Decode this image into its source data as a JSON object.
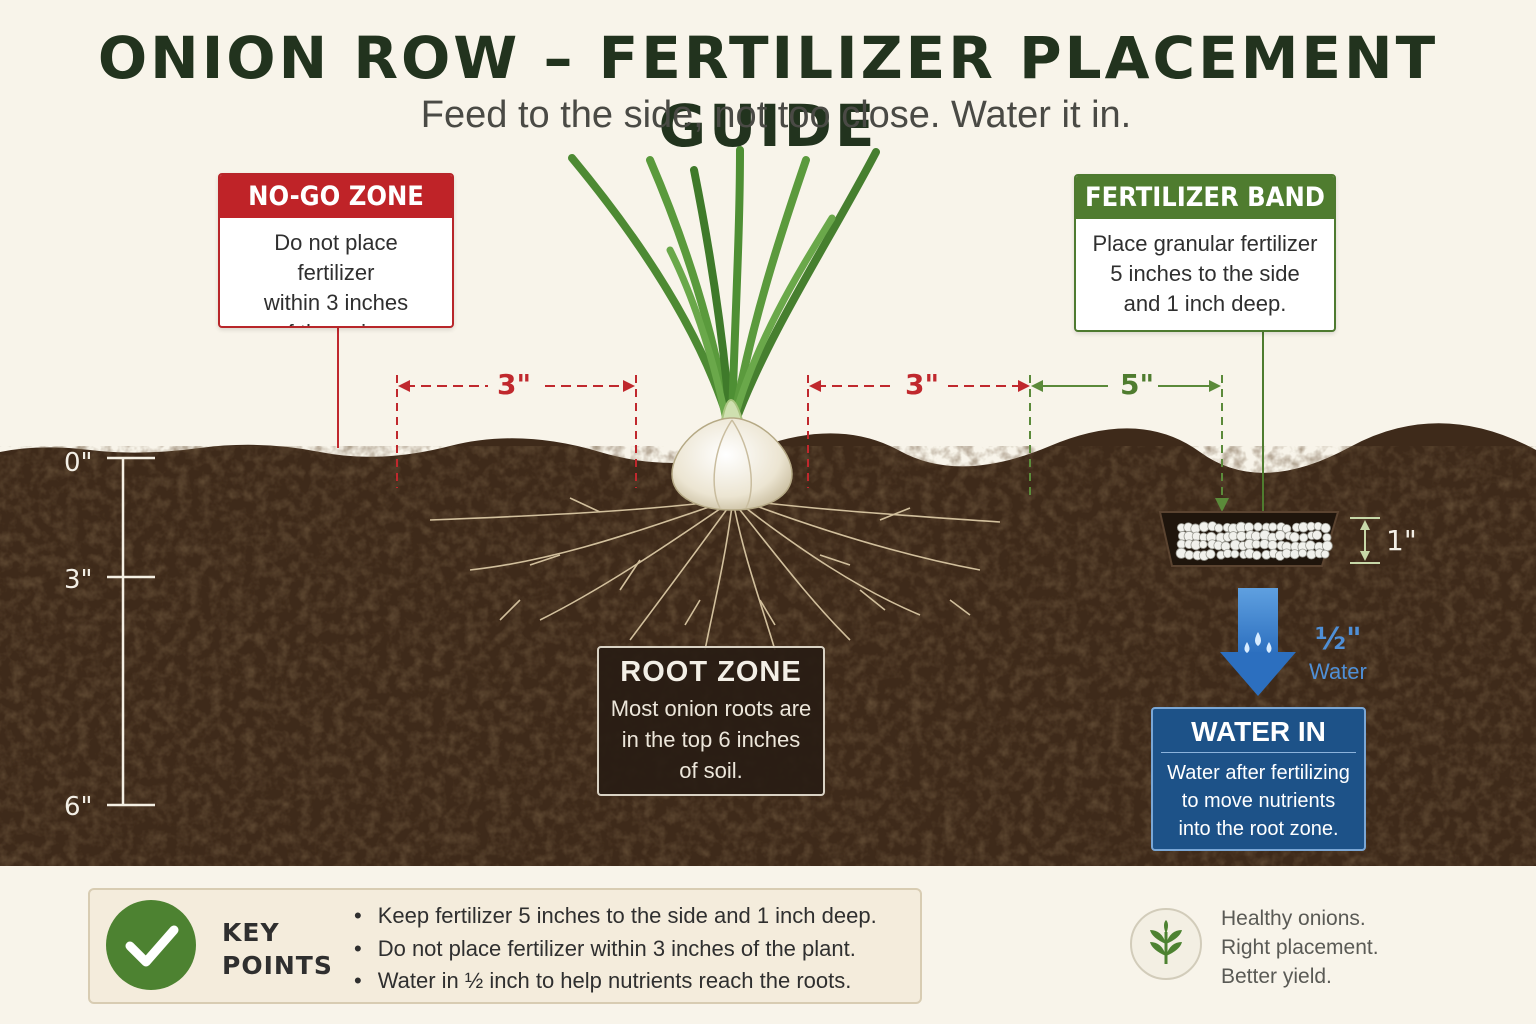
{
  "title": "ONION ROW – FERTILIZER PLACEMENT GUIDE",
  "subtitle": "Feed to the side, not too close. Water it in.",
  "nogo": {
    "title": "NO-GO ZONE",
    "lines": [
      "Do not place fertilizer",
      "within 3 inches",
      "of the onion."
    ]
  },
  "band": {
    "title": "FERTILIZER BAND",
    "lines": [
      "Place granular fertilizer",
      "5 inches to the side",
      "and 1 inch deep."
    ]
  },
  "root_zone": {
    "title": "ROOT ZONE",
    "lines": [
      "Most onion roots are",
      "in the top 6 inches",
      "of soil."
    ]
  },
  "water_in": {
    "title": "WATER IN",
    "lines": [
      "Water after fertilizing",
      "to move nutrients",
      "into the root zone."
    ]
  },
  "water_amount": {
    "value": "½\"",
    "label": "Water"
  },
  "measurements": {
    "left_gap": "3\"",
    "right_gap": "3\"",
    "band_offset": "5\"",
    "band_depth": "1\""
  },
  "depth_scale": [
    "0\"",
    "3\"",
    "6\""
  ],
  "key_points": {
    "label_1": "KEY",
    "label_2": "POINTS",
    "items": [
      "Keep fertilizer 5 inches to the side and 1 inch deep.",
      "Do not place fertilizer within 3 inches of the plant.",
      "Water in ½ inch to help nutrients reach the roots."
    ]
  },
  "tagline": [
    "Healthy onions.",
    "Right placement.",
    "Better yield."
  ],
  "icons": [
    "check-icon",
    "sprout-icon",
    "water-drop-icon",
    "down-arrow-icon"
  ],
  "colors": {
    "red": "#bf2328",
    "green": "#4f7c2f",
    "blue": "#1d5288",
    "soil": "#3b2717"
  }
}
